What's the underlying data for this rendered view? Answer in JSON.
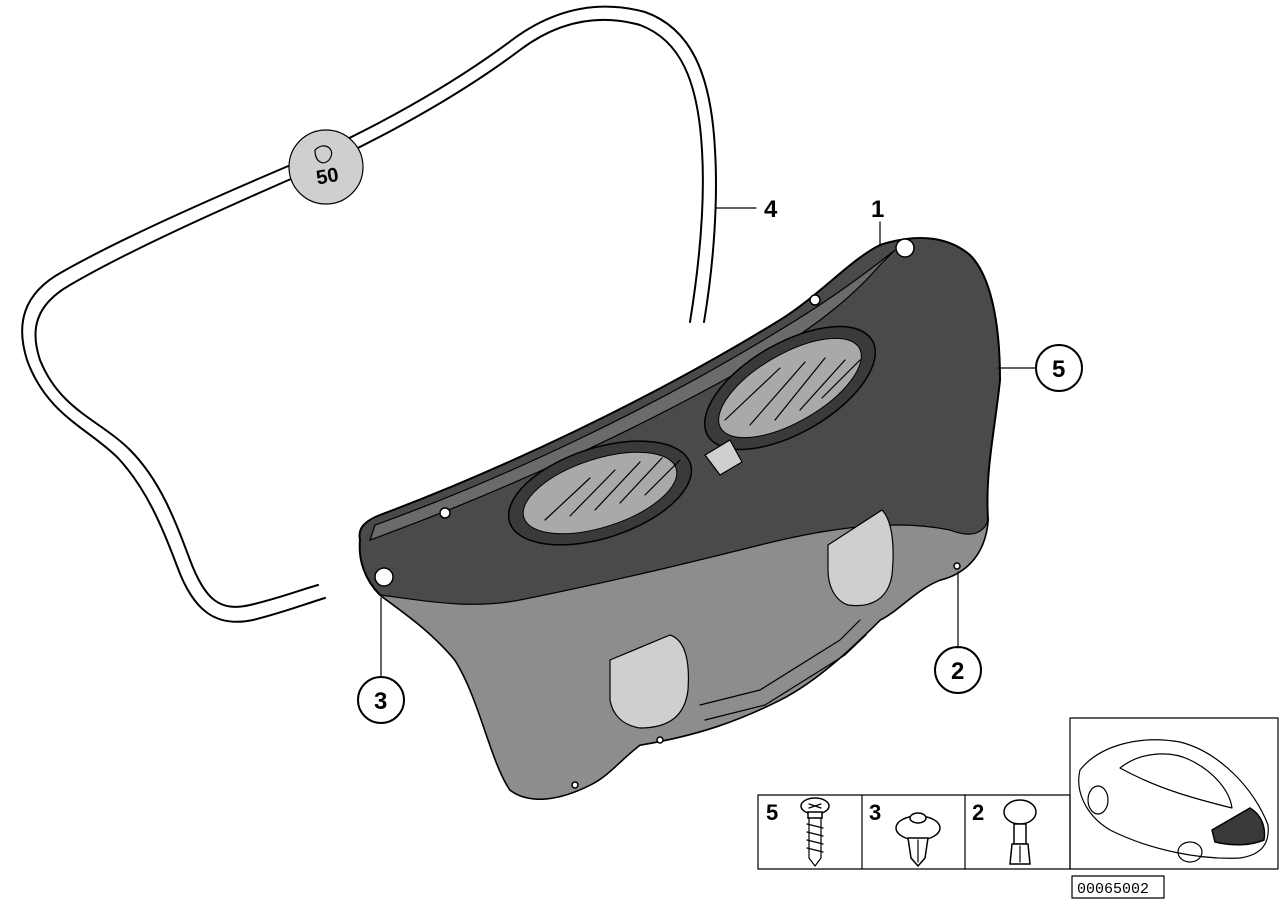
{
  "callouts": {
    "c1": "1",
    "c2": "2",
    "c3": "3",
    "c4": "4",
    "c5": "5"
  },
  "seal_badge": "50",
  "fastener_table": {
    "cells": [
      {
        "number": "5",
        "part": "screw-icon"
      },
      {
        "number": "3",
        "part": "expanding-rivet-icon"
      },
      {
        "number": "2",
        "part": "push-clip-icon"
      }
    ]
  },
  "document_number": "00065002"
}
